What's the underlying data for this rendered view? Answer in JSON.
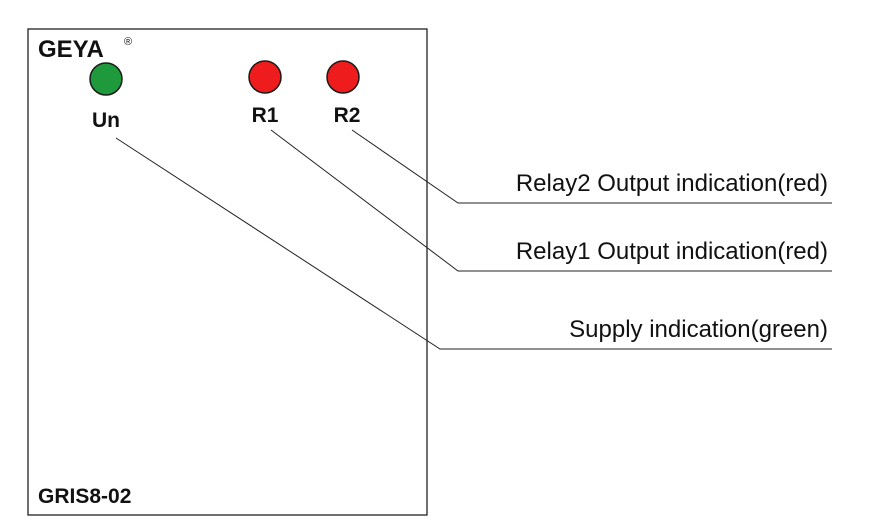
{
  "device": {
    "brand": "GEYA",
    "registered_mark": "®",
    "model": "GRIS8-02"
  },
  "leds": [
    {
      "id": "un",
      "label": "Un",
      "color": "#1e9a3c"
    },
    {
      "id": "r1",
      "label": "R1",
      "color": "#ee1c1c"
    },
    {
      "id": "r2",
      "label": "R2",
      "color": "#ee1c1c"
    }
  ],
  "callouts": [
    {
      "id": "relay2",
      "text": "Relay2 Output indication(red)"
    },
    {
      "id": "relay1",
      "text": "Relay1 Output indication(red)"
    },
    {
      "id": "supply",
      "text": "Supply indication(green)"
    }
  ]
}
